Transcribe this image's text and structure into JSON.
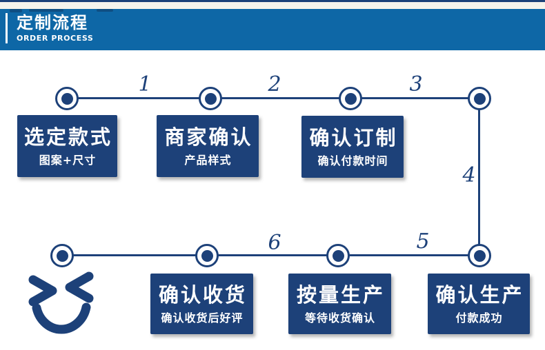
{
  "colors": {
    "accent": "#1d4179",
    "header_bg": "#0e67a6",
    "cream": "#f7f4ec",
    "white": "#ffffff"
  },
  "header": {
    "title": "定制流程",
    "subtitle": "ORDER PROCESS"
  },
  "flow": {
    "segment_numbers": [
      "1",
      "2",
      "3",
      "4",
      "5",
      "6"
    ],
    "steps": [
      {
        "order": 1,
        "title": "选定款式",
        "subtitle": "图案+尺寸"
      },
      {
        "order": 2,
        "title": "商家确认",
        "subtitle": "产品样式"
      },
      {
        "order": 3,
        "title": "确认订制",
        "subtitle": "确认付款时间"
      },
      {
        "order": 4,
        "title": "确认生产",
        "subtitle": "付款成功"
      },
      {
        "order": 5,
        "title": "按量生产",
        "subtitle": "等待收货确认"
      },
      {
        "order": 6,
        "title": "确认收货",
        "subtitle": "确认收货后好评"
      }
    ],
    "icon": "winking-smiley"
  }
}
